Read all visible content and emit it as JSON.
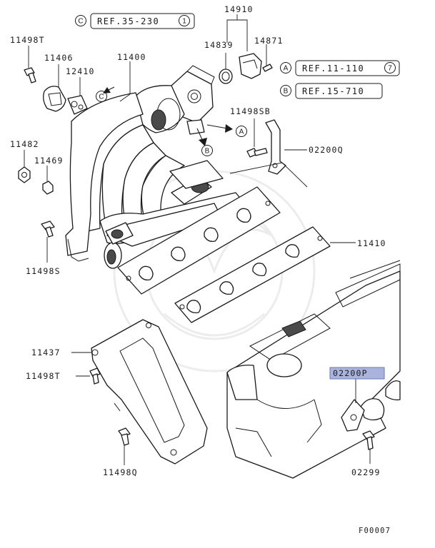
{
  "references": [
    {
      "letter": "C",
      "text": "REF.35-230",
      "page": "1"
    },
    {
      "letter": "A",
      "text": "REF.11-110",
      "page": "7"
    },
    {
      "letter": "B",
      "text": "REF.15-710",
      "page": ""
    }
  ],
  "callouts": {
    "part_14910": "14910",
    "part_14839": "14839",
    "part_14871": "14871",
    "part_11498T_top": "11498T",
    "part_11406": "11406",
    "part_11400": "11400",
    "part_12410": "12410",
    "part_11498SB": "11498SB",
    "part_02200Q": "02200Q",
    "part_11482": "11482",
    "part_11469": "11469",
    "part_11498S": "11498S",
    "part_11410": "11410",
    "part_11437": "11437",
    "part_11498T_bottom": "11498T",
    "part_02200P": "02200P",
    "part_11498Q": "11498Q",
    "part_02299": "02299"
  },
  "arrow_markers": {
    "a": "A",
    "b": "B",
    "c": "C"
  },
  "highlight_color": "#a9b3dc",
  "figure_code": "F00007"
}
